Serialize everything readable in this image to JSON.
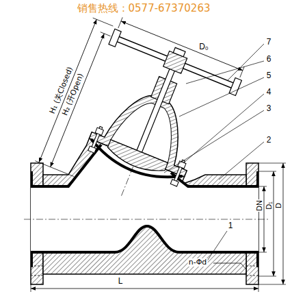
{
  "diagram": {
    "labels": [
      "销售热线：0577-67370263",
      "H₁ (关Closed)",
      "H₂ (开Open)",
      "D₀",
      "7",
      "6",
      "5",
      "4",
      "3",
      "2",
      "DN",
      "D₁",
      "D",
      "1",
      "n-Φd",
      "L"
    ]
  }
}
